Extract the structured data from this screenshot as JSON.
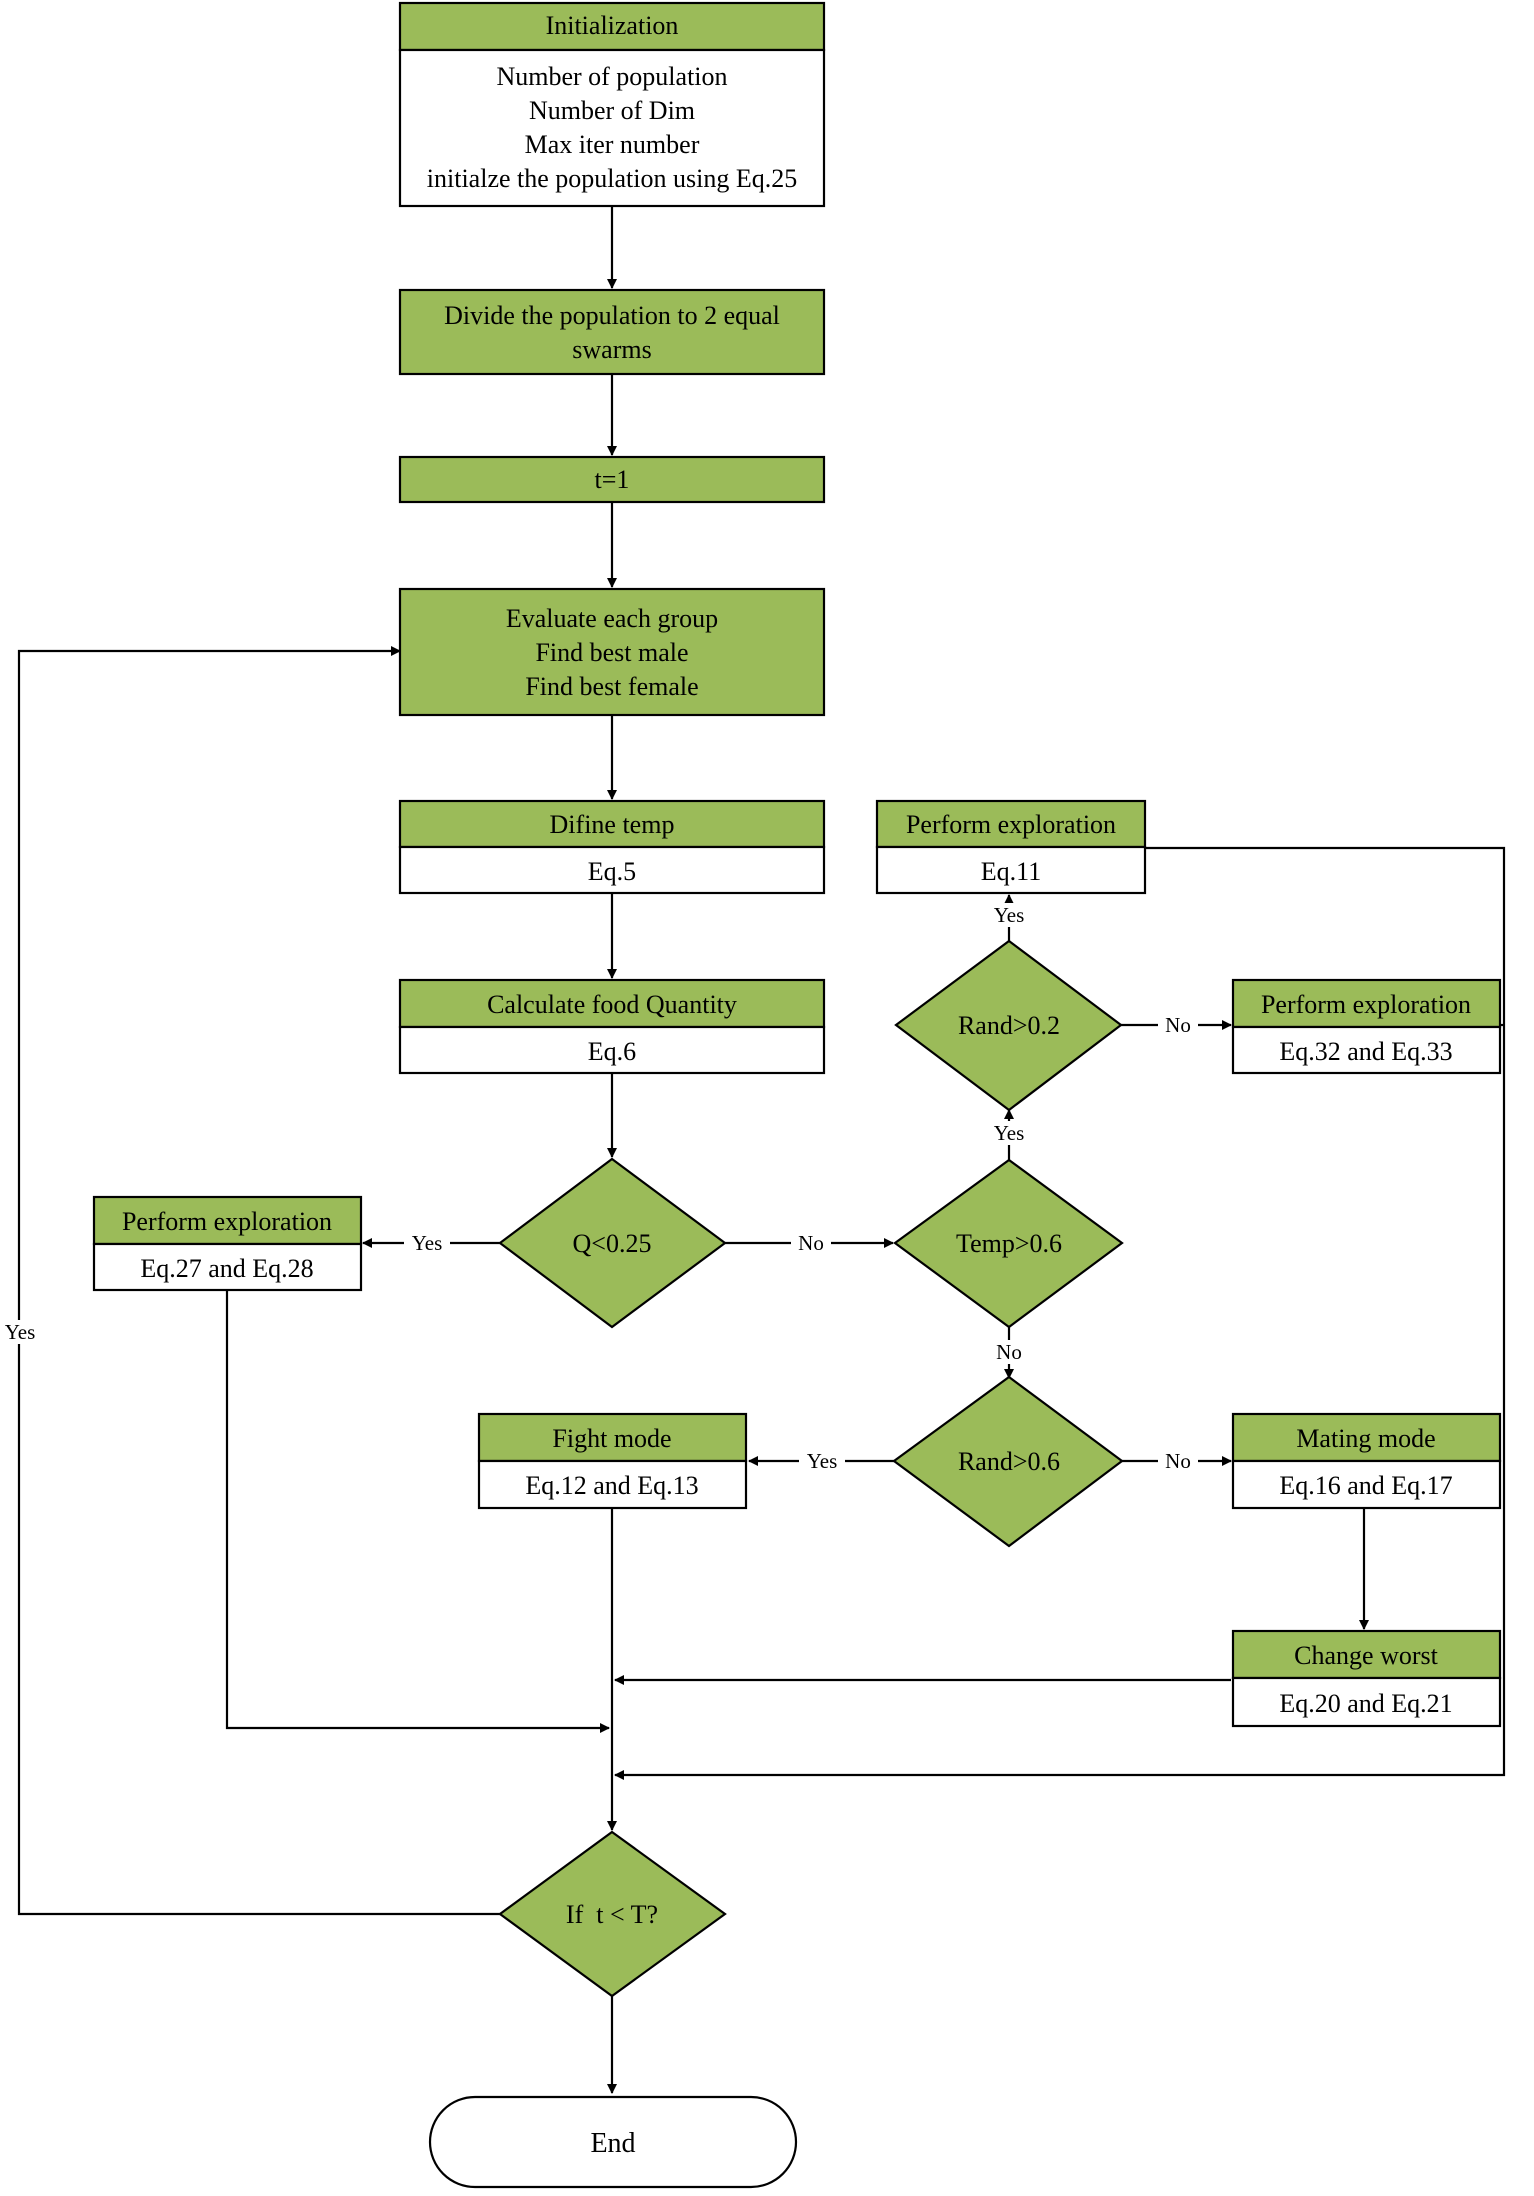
{
  "colors": {
    "fill": "#9bbb59",
    "stroke": "#000000",
    "background": "#ffffff"
  },
  "nodes": {
    "init": {
      "title": "Initialization",
      "lines": [
        "Number of population",
        "Number of Dim",
        "Max iter number",
        "initialze the population using Eq.25"
      ]
    },
    "divide": {
      "lines": [
        "Divide the population to 2 equal",
        "swarms"
      ]
    },
    "t1": {
      "lines": [
        "t=1"
      ]
    },
    "evaluate": {
      "lines": [
        "Evaluate each group",
        "Find best male",
        "Find best female"
      ]
    },
    "define_temp": {
      "title": "Difine temp",
      "lines": [
        "Eq.5"
      ]
    },
    "calc_food": {
      "title": "Calculate food Quantity",
      "lines": [
        "Eq.6"
      ]
    },
    "q_decision": {
      "text": "Q<0.25"
    },
    "explore_left": {
      "title": "Perform exploration",
      "lines": [
        "Eq.27 and Eq.28"
      ]
    },
    "temp_decision": {
      "text": "Temp>0.6"
    },
    "rand02_decision": {
      "text": "Rand>0.2"
    },
    "explore_top": {
      "title": "Perform exploration",
      "lines": [
        "Eq.11"
      ]
    },
    "explore_right": {
      "title": "Perform exploration",
      "lines": [
        "Eq.32 and Eq.33"
      ]
    },
    "rand06_decision": {
      "text": "Rand>0.6"
    },
    "fight": {
      "title": "Fight mode",
      "lines": [
        "Eq.12 and Eq.13"
      ]
    },
    "mating": {
      "title": "Mating mode",
      "lines": [
        "Eq.16 and Eq.17"
      ]
    },
    "change_worst": {
      "title": "Change worst",
      "lines": [
        "Eq.20 and Eq.21"
      ]
    },
    "loop_decision": {
      "text": "If  t < T?"
    },
    "end": {
      "text": "End"
    }
  },
  "edge_labels": {
    "q_yes": "Yes",
    "q_no": "No",
    "temp_yes": "Yes",
    "temp_no": "No",
    "rand02_yes": "Yes",
    "rand02_no": "No",
    "rand06_yes": "Yes",
    "rand06_no": "No",
    "loop_yes": "Yes"
  }
}
